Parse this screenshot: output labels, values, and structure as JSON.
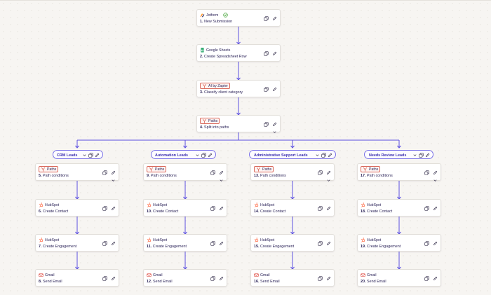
{
  "colors": {
    "accent": "#5b4fe0",
    "hubspot": "#ff7a59",
    "paths": "#d9685b",
    "sheets": "#1fa463",
    "gmail": "#d93025"
  },
  "top_steps": [
    {
      "app": "Jotform",
      "app_icon": "jotform-icon",
      "step": "1.",
      "title": "New Submission",
      "has_check": true
    },
    {
      "app": "Google Sheets",
      "app_icon": "google-sheets-icon",
      "step": "2.",
      "title": "Create Spreadsheet Row"
    },
    {
      "app": "AI by Zapier",
      "app_icon": "ai-by-zapier-icon",
      "step": "3.",
      "title": "Classify client category"
    },
    {
      "app": "Paths",
      "app_icon": "paths-icon",
      "step": "4.",
      "title": "Split into paths"
    }
  ],
  "paths": [
    {
      "label": "CRM Leads",
      "steps": [
        {
          "app": "Paths",
          "step": "5.",
          "title": "Path conditions"
        },
        {
          "app": "HubSpot",
          "step": "6.",
          "title": "Create Contact"
        },
        {
          "app": "HubSpot",
          "step": "7.",
          "title": "Create Engagement"
        },
        {
          "app": "Gmail",
          "step": "8.",
          "title": "Send Email"
        }
      ]
    },
    {
      "label": "Automation Leads",
      "steps": [
        {
          "app": "Paths",
          "step": "9.",
          "title": "Path conditions"
        },
        {
          "app": "HubSpot",
          "step": "10.",
          "title": "Create Contact"
        },
        {
          "app": "HubSpot",
          "step": "11.",
          "title": "Create Engagement"
        },
        {
          "app": "Gmail",
          "step": "12.",
          "title": "Send Email"
        }
      ]
    },
    {
      "label": "Administrative Support Leads",
      "steps": [
        {
          "app": "Paths",
          "step": "13.",
          "title": "Path conditions"
        },
        {
          "app": "HubSpot",
          "step": "14.",
          "title": "Create Contact"
        },
        {
          "app": "HubSpot",
          "step": "15.",
          "title": "Create Engagement"
        },
        {
          "app": "Gmail",
          "step": "16.",
          "title": "Send Email"
        }
      ]
    },
    {
      "label": "Needs Review Leads",
      "steps": [
        {
          "app": "Paths",
          "step": "17.",
          "title": "Path conditions"
        },
        {
          "app": "HubSpot",
          "step": "18.",
          "title": "Create Contact"
        },
        {
          "app": "HubSpot",
          "step": "19.",
          "title": "Create Engagement"
        },
        {
          "app": "Gmail",
          "step": "20.",
          "title": "Send Email"
        }
      ]
    }
  ]
}
